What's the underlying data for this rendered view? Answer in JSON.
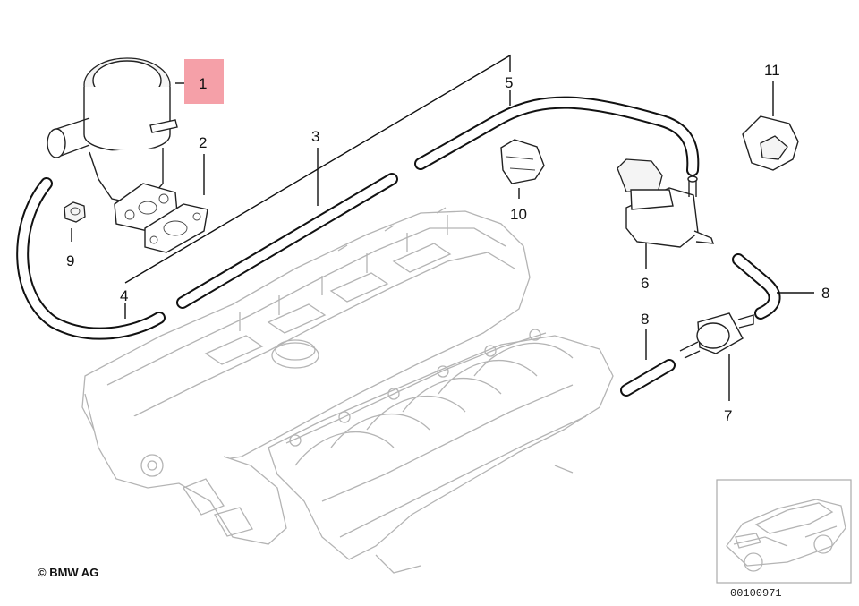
{
  "diagram": {
    "callouts": {
      "p1": "1",
      "p2": "2",
      "p3": "3",
      "p4": "4",
      "p5": "5",
      "p6": "6",
      "p7": "7",
      "p8a": "8",
      "p8b": "8",
      "p9": "9",
      "p10": "10",
      "p11": "11"
    },
    "highlight_color": "#f5a0a8",
    "copyright": "© BMW AG",
    "reference_code": "00100971"
  }
}
